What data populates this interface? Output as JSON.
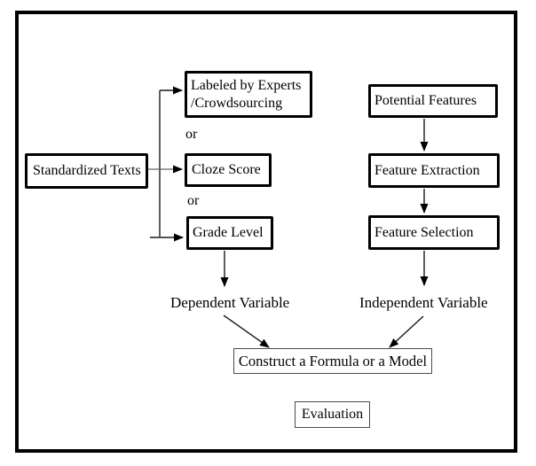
{
  "diagram": {
    "boxes": {
      "standardized_texts": {
        "label": "Standardized Texts"
      },
      "labeled_by_experts": {
        "line1": "Labeled by Experts",
        "line2": "/Crowdsourcing"
      },
      "cloze_score": {
        "label": "Cloze Score"
      },
      "grade_level": {
        "label": "Grade Level"
      },
      "potential_features": {
        "label": "Potential Features"
      },
      "feature_extraction": {
        "label": "Feature Extraction"
      },
      "feature_selection": {
        "label": "Feature Selection"
      },
      "construct_formula": {
        "label": "Construct a Formula or a Model"
      },
      "evaluation": {
        "label": "Evaluation"
      }
    },
    "labels": {
      "or_top": "or",
      "or_bottom": "or",
      "dependent_variable": "Dependent Variable",
      "independent_variable": "Independent Variable"
    },
    "colors": {
      "line": "#000000",
      "thick_border": "#000000",
      "thin_border": "#4d4d4d",
      "background": "#ffffff"
    }
  }
}
